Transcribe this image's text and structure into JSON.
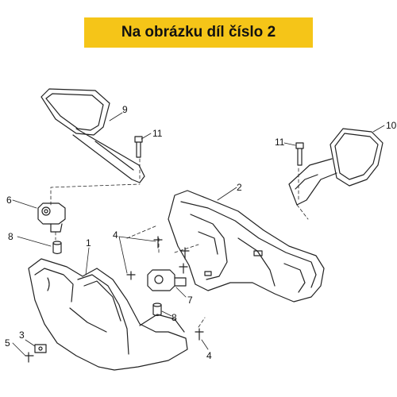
{
  "header": {
    "banner_text": "Na obrázku díl číslo 2",
    "banner_color": "#f5c518"
  },
  "callouts": [
    {
      "id": "1",
      "part": "front-shield"
    },
    {
      "id": "2",
      "part": "rear-handlebar-cover"
    },
    {
      "id": "3",
      "part": "washer"
    },
    {
      "id": "4",
      "part": "screw-upper"
    },
    {
      "id": "4",
      "part": "screw-lower"
    },
    {
      "id": "5",
      "part": "screw-small"
    },
    {
      "id": "6",
      "part": "mirror-bracket"
    },
    {
      "id": "7",
      "part": "bracket-clamp"
    },
    {
      "id": "8",
      "part": "spacer-left"
    },
    {
      "id": "8",
      "part": "spacer-center"
    },
    {
      "id": "9",
      "part": "left-mirror"
    },
    {
      "id": "10",
      "part": "right-mirror"
    },
    {
      "id": "11",
      "part": "bolt-left"
    },
    {
      "id": "11",
      "part": "bolt-right"
    }
  ]
}
